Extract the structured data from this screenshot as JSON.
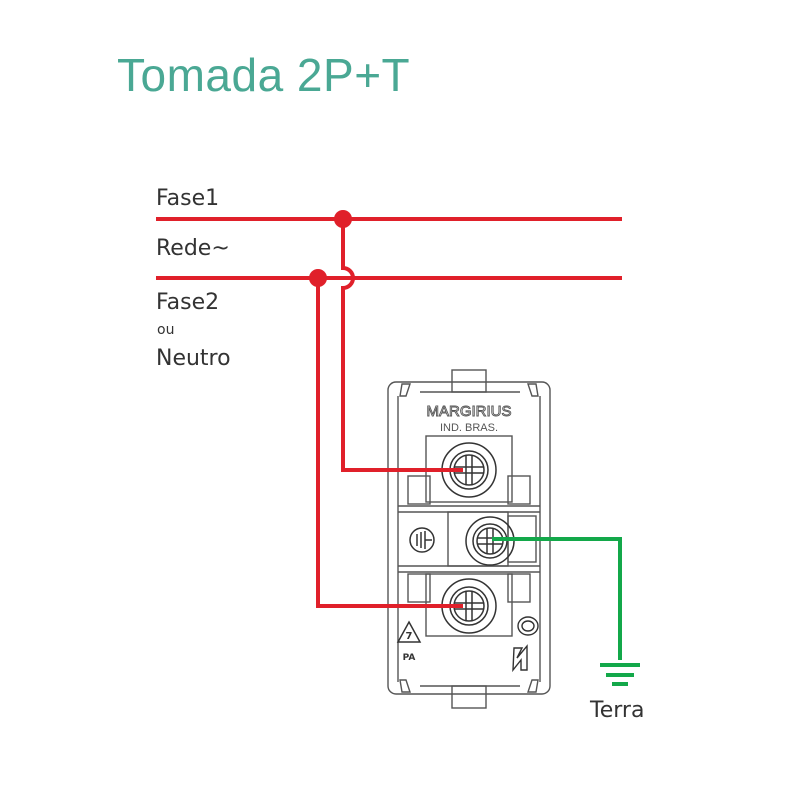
{
  "title": "Tomada 2P+T",
  "labels": {
    "fase1": "Fase1",
    "rede": "Rede~",
    "fase2": "Fase2",
    "ou": "ou",
    "neutro": "Neutro",
    "terra": "Terra"
  },
  "device": {
    "brand": "MARGIRIUS",
    "subtitle": "IND. BRAS.",
    "recycle_number": "7",
    "recycle_material": "PA"
  },
  "colors": {
    "title": "#4aa894",
    "phase_wire": "#e0202a",
    "earth_wire": "#13a84a",
    "device_line": "#555555",
    "label_text": "#333333"
  },
  "icons": [
    "earth-ground-icon",
    "recycle-icon",
    "earth-terminal-icon",
    "junction-dot-icon"
  ]
}
